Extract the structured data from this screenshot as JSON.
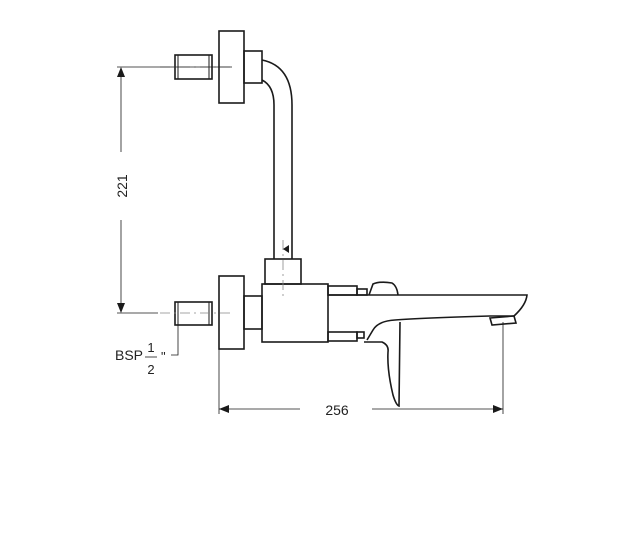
{
  "dimensions": {
    "vertical_spacing": "221",
    "projection_length": "256",
    "thread_label": "BSP",
    "thread_numerator": "1",
    "thread_denominator": "2",
    "thread_unit": "\""
  }
}
